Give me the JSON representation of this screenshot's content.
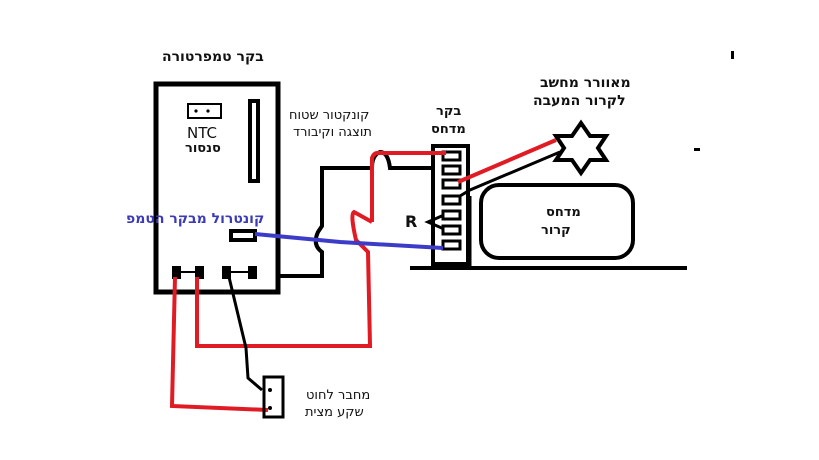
{
  "title": "בקר טמפרטורה",
  "temp_controller": {
    "sensor_label_1": "NTC",
    "sensor_label_2": "סנסור",
    "control_label": "קונטרול מבקר הטמפ"
  },
  "display_connector": {
    "line1": "קונקטור שטוח",
    "line2": "תוצגה וקיבורד"
  },
  "compressor_controller": {
    "line1": "בקר",
    "line2": "מדחס",
    "resistor_label": "R"
  },
  "fan": {
    "line1": "מאוורר מחשב",
    "line2": "לקרור המעבה"
  },
  "compressor": {
    "line1": "מדחס",
    "line2": "קרור"
  },
  "plug_connector": {
    "line1": "מחבר לחוט",
    "line2": "שקע מצית"
  },
  "colors": {
    "wire_red": "#e01b24",
    "wire_black": "#000000",
    "wire_blue": "#3c3cc8",
    "label_blue": "#3b3bb5"
  }
}
